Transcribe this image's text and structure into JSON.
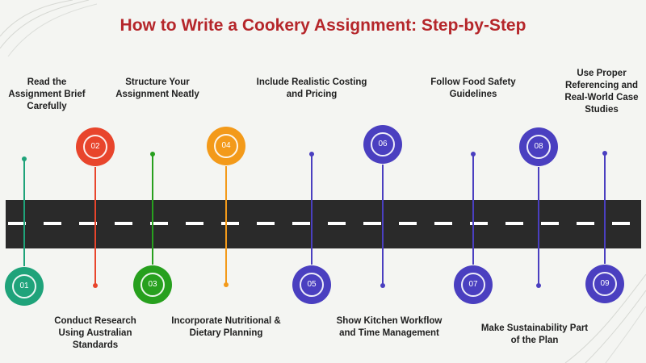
{
  "title": "How to Write a Cookery Assignment: Step-by-Step",
  "colors": {
    "title": "#b5262a",
    "road": "#2a2a2a",
    "dash": "#ffffff",
    "step_colors": [
      "#1fa37a",
      "#e8452c",
      "#27a01e",
      "#f39a1a",
      "#4a3fc0",
      "#4a3fc0",
      "#4a3fc0",
      "#4a3fc0",
      "#4a3fc0"
    ]
  },
  "steps": [
    {
      "number": "01",
      "label": "Read the Assignment Brief Carefully",
      "icon": "circle-marker"
    },
    {
      "number": "02",
      "label": "Conduct Research Using Australian Standards",
      "icon": "circle-marker"
    },
    {
      "number": "03",
      "label": "Structure Your Assignment Neatly",
      "icon": "circle-marker"
    },
    {
      "number": "04",
      "label": "Incorporate Nutritional & Dietary Planning",
      "icon": "circle-marker"
    },
    {
      "number": "05",
      "label": "Include Realistic Costing and Pricing",
      "icon": "circle-marker"
    },
    {
      "number": "06",
      "label": "Show Kitchen Workflow and Time Management",
      "icon": "circle-marker"
    },
    {
      "number": "07",
      "label": "Follow Food Safety Guidelines",
      "icon": "circle-marker"
    },
    {
      "number": "08",
      "label": "Make Sustainability Part of the Plan",
      "icon": "circle-marker"
    },
    {
      "number": "09",
      "label": "Use Proper Referencing and Real-World Case Studies",
      "icon": "circle-marker"
    }
  ]
}
